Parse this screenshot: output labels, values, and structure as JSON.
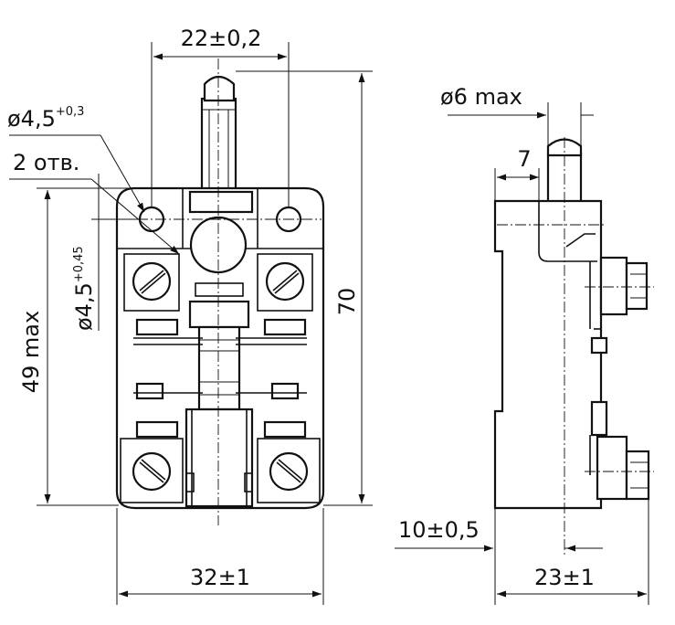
{
  "labels": {
    "top_width": "22±0,2",
    "hole_small_base": "ø4,5",
    "hole_small_tol": "+0,3",
    "holes_count": "2 отв.",
    "hole_large_base": "ø4,5",
    "hole_large_tol": "+0,45",
    "height_max": "49 max",
    "height_total": "70",
    "bottom_width": "32±1",
    "plunger_dia": "ø6 max",
    "plunger_offset": "7",
    "side_offset": "10±0,5",
    "side_width": "23±1"
  }
}
